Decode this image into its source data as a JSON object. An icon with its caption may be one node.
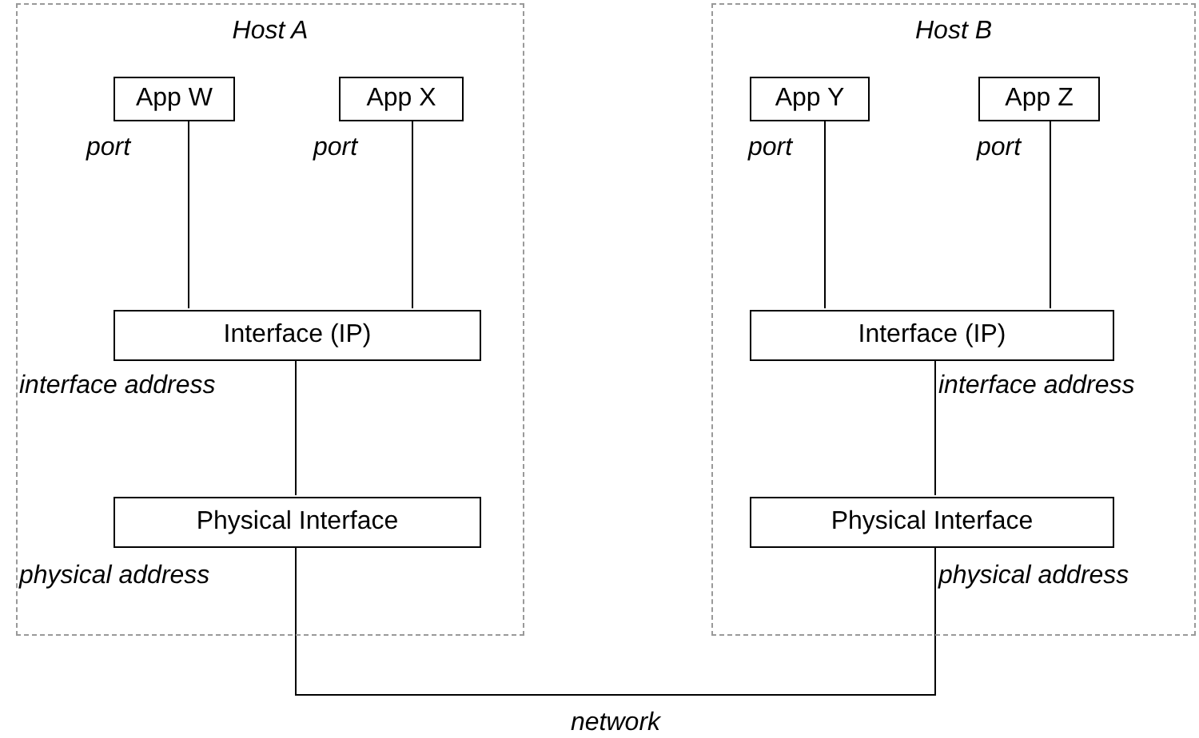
{
  "diagram": {
    "nodes": [
      {
        "text": [
          "Host A"
        ]
      },
      {
        "text": [
          "App W"
        ],
        "in": 0,
        "beside": [
          "port"
        ]
      },
      {
        "text": [
          "App X"
        ],
        "in": 0,
        "beside": [
          "port"
        ]
      },
      {
        "text": [
          "Interface (IP)"
        ],
        "in": 0,
        "beside": [
          "interface address"
        ]
      },
      {
        "text": [
          "Physical Interface"
        ],
        "in": 0,
        "beside": [
          "physical address"
        ]
      },
      {
        "text": [
          "Host B"
        ]
      },
      {
        "text": [
          "App Y"
        ],
        "in": 5,
        "beside": [
          "port"
        ]
      },
      {
        "text": [
          "App Z"
        ],
        "in": 5,
        "beside": [
          "port"
        ]
      },
      {
        "text": [
          "Interface (IP)"
        ],
        "in": 5,
        "beside": [
          "interface address"
        ]
      },
      {
        "text": [
          "Physical Interface"
        ],
        "in": 5,
        "beside": [
          "physical address"
        ]
      }
    ],
    "edges": [
      {
        "from": 1,
        "to": 3,
        "arrow": "none"
      },
      {
        "from": 2,
        "to": 3,
        "arrow": "none"
      },
      {
        "from": 3,
        "to": 4,
        "arrow": "none"
      },
      {
        "from": 6,
        "to": 8,
        "arrow": "none"
      },
      {
        "from": 7,
        "to": 8,
        "arrow": "none"
      },
      {
        "from": 8,
        "to": 9,
        "arrow": "none"
      },
      {
        "from": 4,
        "to": 9,
        "arrow": "none",
        "label": "network"
      }
    ]
  }
}
